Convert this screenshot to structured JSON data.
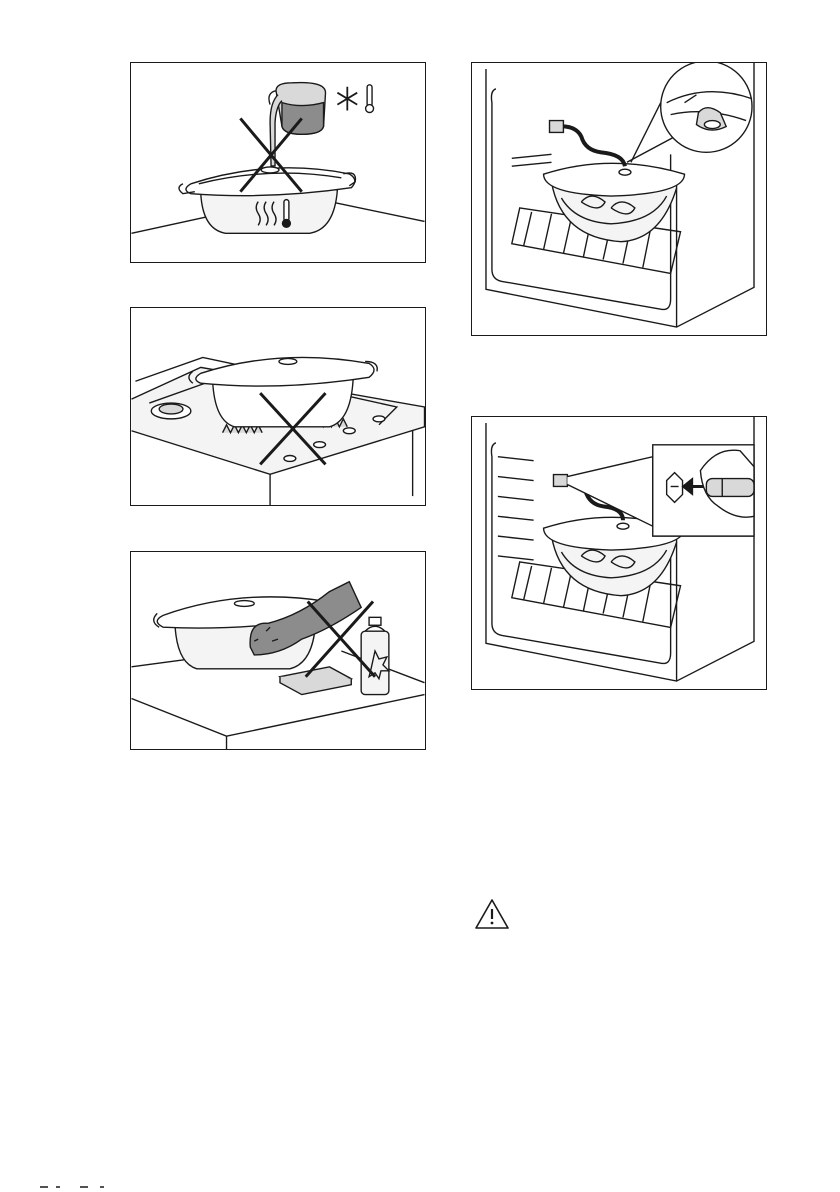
{
  "figures": [
    {
      "id": "no-cold-liquid-on-hot-dish",
      "icons": [
        "snowflake-icon",
        "thermometer-icon",
        "heat-waves-icon",
        "prohibited-cross-icon"
      ]
    },
    {
      "id": "no-use-on-gas-hob",
      "icons": [
        "gas-flame-icon",
        "prohibited-cross-icon"
      ]
    },
    {
      "id": "no-abrasive-cleaning",
      "icons": [
        "scouring-pad-icon",
        "spray-can-icon",
        "prohibited-cross-icon"
      ]
    },
    {
      "id": "steam-pipe-connected-to-lid",
      "icons": [
        "steam-pipe-icon",
        "magnifier-callout-icon"
      ]
    },
    {
      "id": "steam-pipe-connected-to-inlet",
      "icons": [
        "arrow-left-icon",
        "magnifier-callout-icon",
        "hand-icon"
      ]
    }
  ],
  "warning": {
    "icon": "warning-triangle-icon",
    "color": "#1a1a1a"
  },
  "colors": {
    "line": "#1a1a1a",
    "fill_light": "#f4f4f4",
    "fill_mid": "#d9d9d9",
    "fill_dark": "#8c8c8c"
  }
}
